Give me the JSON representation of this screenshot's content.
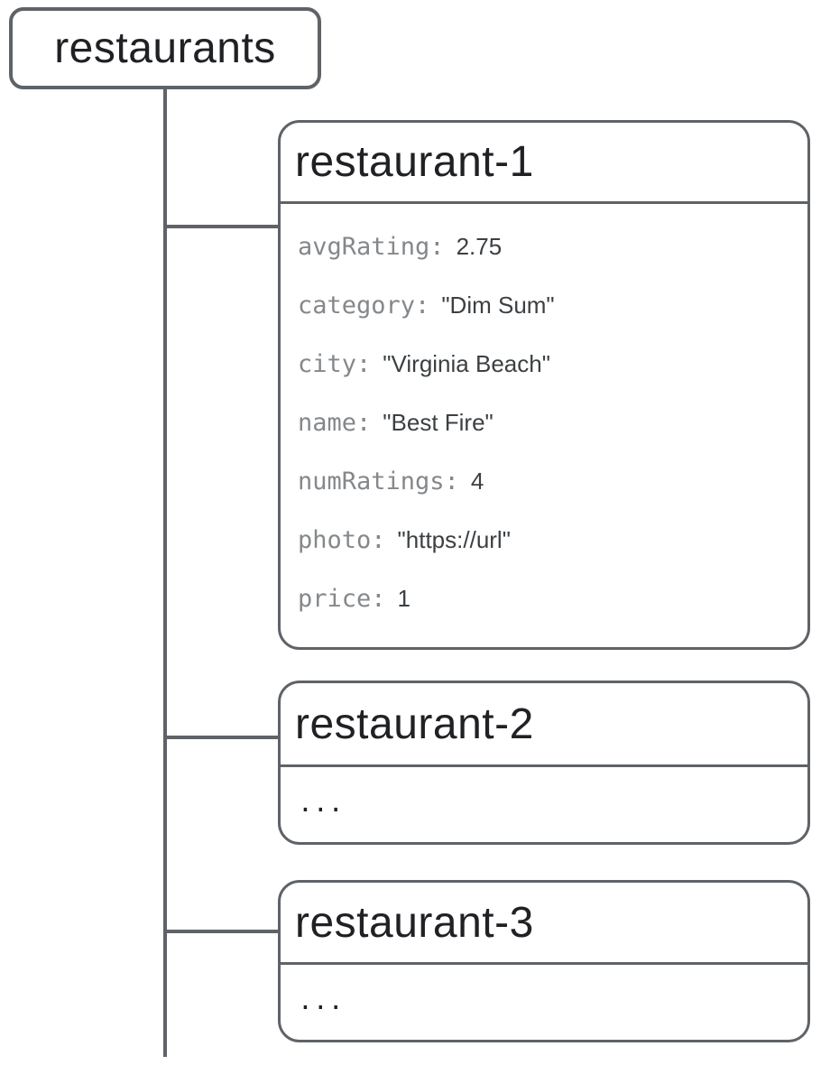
{
  "root": {
    "label": "restaurants"
  },
  "documents": [
    {
      "title": "restaurant-1",
      "fields": [
        {
          "label": "avgRating:",
          "value": "2.75"
        },
        {
          "label": "category:",
          "value": "\"Dim Sum\""
        },
        {
          "label": "city:",
          "value": "\"Virginia Beach\""
        },
        {
          "label": "name:",
          "value": "\"Best Fire\""
        },
        {
          "label": "numRatings:",
          "value": "4"
        },
        {
          "label": "photo:",
          "value": "\"https://url\""
        },
        {
          "label": "price:",
          "value": "1"
        }
      ]
    },
    {
      "title": "restaurant-2",
      "collapsed": "..."
    },
    {
      "title": "restaurant-3",
      "collapsed": "..."
    }
  ],
  "colors": {
    "line": "#5f6368",
    "title_text": "#202124",
    "field_name": "#85888b",
    "field_value": "#3c4043"
  }
}
